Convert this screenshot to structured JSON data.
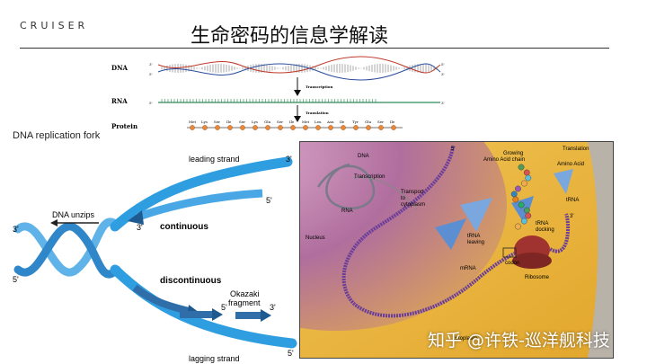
{
  "logo": "CRUISER",
  "title": "生命密码的信息学解读",
  "central_dogma": {
    "dna_label": "DNA",
    "rna_label": "RNA",
    "protein_label": "Protein",
    "transcription": "Transcription",
    "translation": "Translation",
    "end_3": "3'",
    "end_5": "5'",
    "amino_acids": [
      "Met",
      "Lys",
      "Ser",
      "Ile",
      "Ser",
      "Lys",
      "Gln",
      "Ser",
      "Ile",
      "Met",
      "Leu",
      "Asn",
      "Ile",
      "Tyr",
      "Glu",
      "Ser",
      "Ile"
    ]
  },
  "fork": {
    "title": "DNA replication fork",
    "leading_strand": "leading strand",
    "lagging_strand": "lagging strand",
    "continuous": "continuous",
    "discontinuous": "discontinuous",
    "dna_unzips": "DNA unzips",
    "okazaki": "Okazaki",
    "fragment": "fragment",
    "end_3": "3'",
    "end_5": "5'",
    "strand_color": "#2f9ee0",
    "arrow_color": "#1e5a8f"
  },
  "cell": {
    "translation": "Translation",
    "dna": "DNA",
    "transcription": "Transcription",
    "transport_1": "Transport",
    "transport_2": "to",
    "transport_3": "cytoplasm",
    "rna": "RNA",
    "nucleus": "Nucleus",
    "mrna": "mRNA",
    "growing_1": "Growing",
    "growing_2": "Amino Acid chain",
    "amino_acid": "Amino Acid",
    "trna": "tRNA",
    "trna_leaving_1": "tRNA",
    "trna_leaving_2": "leaving",
    "trna_docking_1": "tRNA",
    "trna_docking_2": "docking",
    "codon": "codon",
    "ribosome": "Ribosome",
    "cytoplasm": "cytoplasm",
    "end_5": "5'",
    "end_3": "3'",
    "bg_color": "#e9b83a",
    "nucleus_color": "#9c4f86"
  },
  "watermark": "知乎 @许铁-巡洋舰科技"
}
